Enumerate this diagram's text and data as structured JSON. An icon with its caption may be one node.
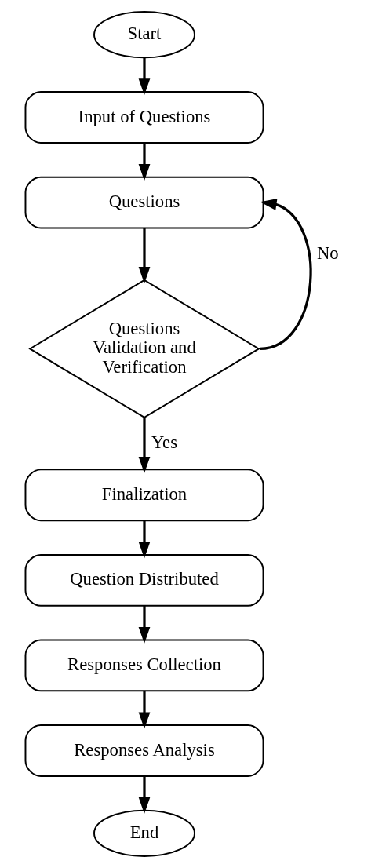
{
  "diagram": {
    "nodes": [
      {
        "text": [
          "Start"
        ]
      },
      {
        "text": [
          "Input of Questions"
        ]
      },
      {
        "text": [
          "Questions"
        ]
      },
      {
        "text": [
          "Questions Validation and Verification"
        ]
      },
      {
        "text": [
          "Finalization"
        ]
      },
      {
        "text": [
          "Question Distributed"
        ]
      },
      {
        "text": [
          "Responses Collection"
        ]
      },
      {
        "text": [
          "Responses Analysis"
        ]
      },
      {
        "text": [
          "End"
        ]
      }
    ],
    "edges": [
      {
        "from": 0,
        "to": 1,
        "arrow": "to"
      },
      {
        "from": 1,
        "to": 2,
        "arrow": "to"
      },
      {
        "from": 2,
        "to": 3,
        "arrow": "to"
      },
      {
        "from": 3,
        "to": 2,
        "arrow": "to",
        "label": "No"
      },
      {
        "from": 3,
        "to": 4,
        "arrow": "to",
        "label": "Yes"
      },
      {
        "from": 4,
        "to": 5,
        "arrow": "to"
      },
      {
        "from": 5,
        "to": 6,
        "arrow": "to"
      },
      {
        "from": 6,
        "to": 7,
        "arrow": "to"
      },
      {
        "from": 7,
        "to": 8,
        "arrow": "to"
      }
    ]
  }
}
